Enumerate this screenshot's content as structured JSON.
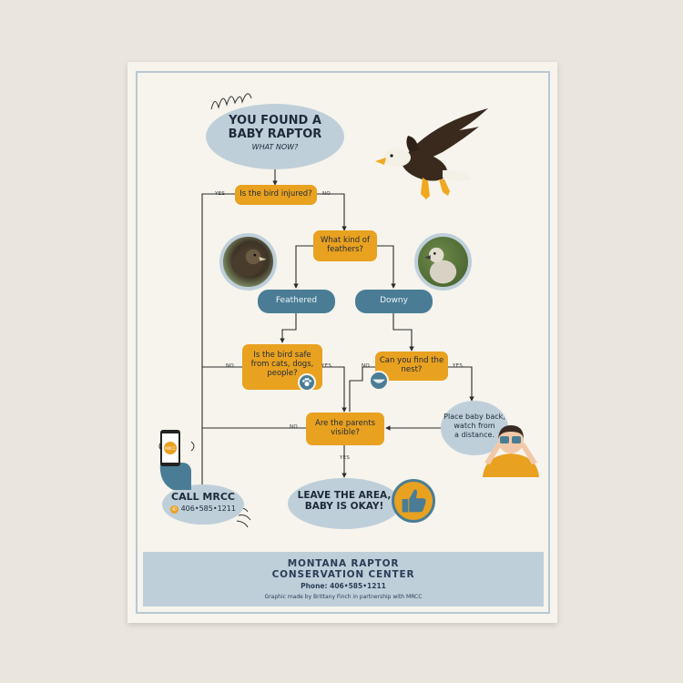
{
  "start": {
    "line1": "YOU FOUND A",
    "line2": "BABY RAPTOR",
    "sub": "WHAT NOW?"
  },
  "q_injured": "Is the bird injured?",
  "q_feathers": {
    "line1": "What kind of",
    "line2": "feathers?"
  },
  "feathered": "Feathered",
  "downy": "Downy",
  "q_safe": {
    "line1": "Is the bird safe",
    "line2": "from cats, dogs,",
    "line3": "people?"
  },
  "q_nest": {
    "line1": "Can you find the",
    "line2": "nest?"
  },
  "q_parents": {
    "line1": "Are the parents",
    "line2": "visible?"
  },
  "place_back": {
    "line1": "Place baby back,",
    "line2": "watch from",
    "line3": "a distance."
  },
  "call": {
    "title": "CALL MRCC",
    "phone": "406•585•1211"
  },
  "leave": {
    "line1": "LEAVE THE AREA,",
    "line2": "BABY IS OKAY!"
  },
  "labels": {
    "yes": "YES",
    "no": "NO"
  },
  "phone_screen": "MRCC",
  "footer": {
    "org1": "MONTANA RAPTOR",
    "org2": "CONSERVATION CENTER",
    "phone_label": "Phone:",
    "phone": "406•585•1211",
    "credit": "Graphic made by Brittany Finch in partnership with MRCC"
  },
  "colors": {
    "oval": "#bfcfda",
    "decision": "#e9a120",
    "pill": "#4a7d95",
    "line": "#2b2b2b"
  }
}
